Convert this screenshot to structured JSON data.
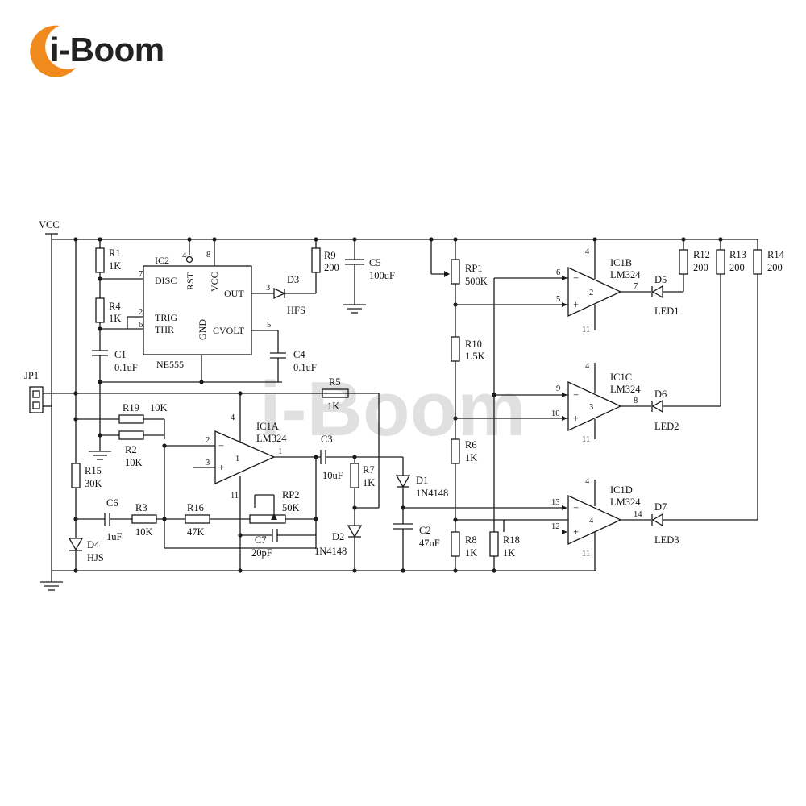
{
  "brand": {
    "logo_text": "i-Boom",
    "watermark_text": "i-Boom"
  },
  "labels": {
    "vcc": "VCC",
    "jp1": "JP1",
    "r1": "R1",
    "r1v": "1K",
    "r4": "R4",
    "r4v": "1K",
    "c1": "C1",
    "c1v": "0.1uF",
    "ic2": "IC2",
    "disc": "DISC",
    "trig": "TRIG",
    "thr": "THR",
    "rst": "RST",
    "vccpin": "VCC",
    "gnd": "GND",
    "out": "OUT",
    "cvolt": "CVOLT",
    "ne555": "NE555",
    "c4": "C4",
    "c4v": "0.1uF",
    "d3": "D3",
    "hfs": "HFS",
    "r9": "R9",
    "r9v": "200",
    "c5": "C5",
    "c5v": "100uF",
    "r5": "R5",
    "r5v": "1K",
    "r19": "R19",
    "r19v": "10K",
    "r2": "R2",
    "r2v": "10K",
    "ic1a": "IC1A",
    "lm324a": "LM324",
    "c3": "C3",
    "c3v": "10uF",
    "r7": "R7",
    "r7v": "1K",
    "d1": "D1",
    "d1v": "1N4148",
    "r15": "R15",
    "r15v": "30K",
    "c6": "C6",
    "c6v": "1uF",
    "r3": "R3",
    "r3v": "10K",
    "r16": "R16",
    "r16v": "47K",
    "rp2": "RP2",
    "rp2v": "50K",
    "c7": "C7",
    "c7v": "20pF",
    "d2": "D2",
    "d2v": "1N4148",
    "c2": "C2",
    "c2v": "47uF",
    "d4": "D4",
    "hjs": "HJS",
    "rp1": "RP1",
    "rp1v": "500K",
    "r10": "R10",
    "r10v": "1.5K",
    "r6": "R6",
    "r6v": "1K",
    "r8": "R8",
    "r8v": "1K",
    "r18": "R18",
    "r18v": "1K",
    "ic1b": "IC1B",
    "lm324b": "LM324",
    "ic1c": "IC1C",
    "lm324c": "LM324",
    "ic1d": "IC1D",
    "lm324d": "LM324",
    "d5": "D5",
    "led1": "LED1",
    "d6": "D6",
    "led2": "LED2",
    "d7": "D7",
    "led3": "LED3",
    "r12": "R12",
    "r12v": "200",
    "r13": "R13",
    "r13v": "200",
    "r14": "R14",
    "r14v": "200"
  },
  "pins": {
    "p7": "7",
    "p2": "2",
    "p6": "6",
    "p4": "4",
    "p8": "8",
    "p3": "3",
    "p5": "5",
    "a4": "4",
    "a2": "2",
    "a3": "3",
    "a1": "1",
    "a11": "11",
    "b6": "6",
    "b5": "5",
    "b7": "7",
    "b2": "2",
    "b4": "4",
    "b11": "11",
    "c9": "9",
    "c10": "10",
    "c8": "8",
    "c3": "3",
    "c4": "4",
    "c11": "11",
    "d13": "13",
    "d12": "12",
    "d14": "14",
    "d4": "4",
    "d4b": "4",
    "d11": "11",
    "minus": "−",
    "plus": "+"
  },
  "colors": {
    "wire": "#1a1a1a",
    "logo_orange": "#f08a1c",
    "watermark_orange": "#f6c48c",
    "watermark_gray": "#c8c8c8",
    "logo_text": "#222222"
  }
}
